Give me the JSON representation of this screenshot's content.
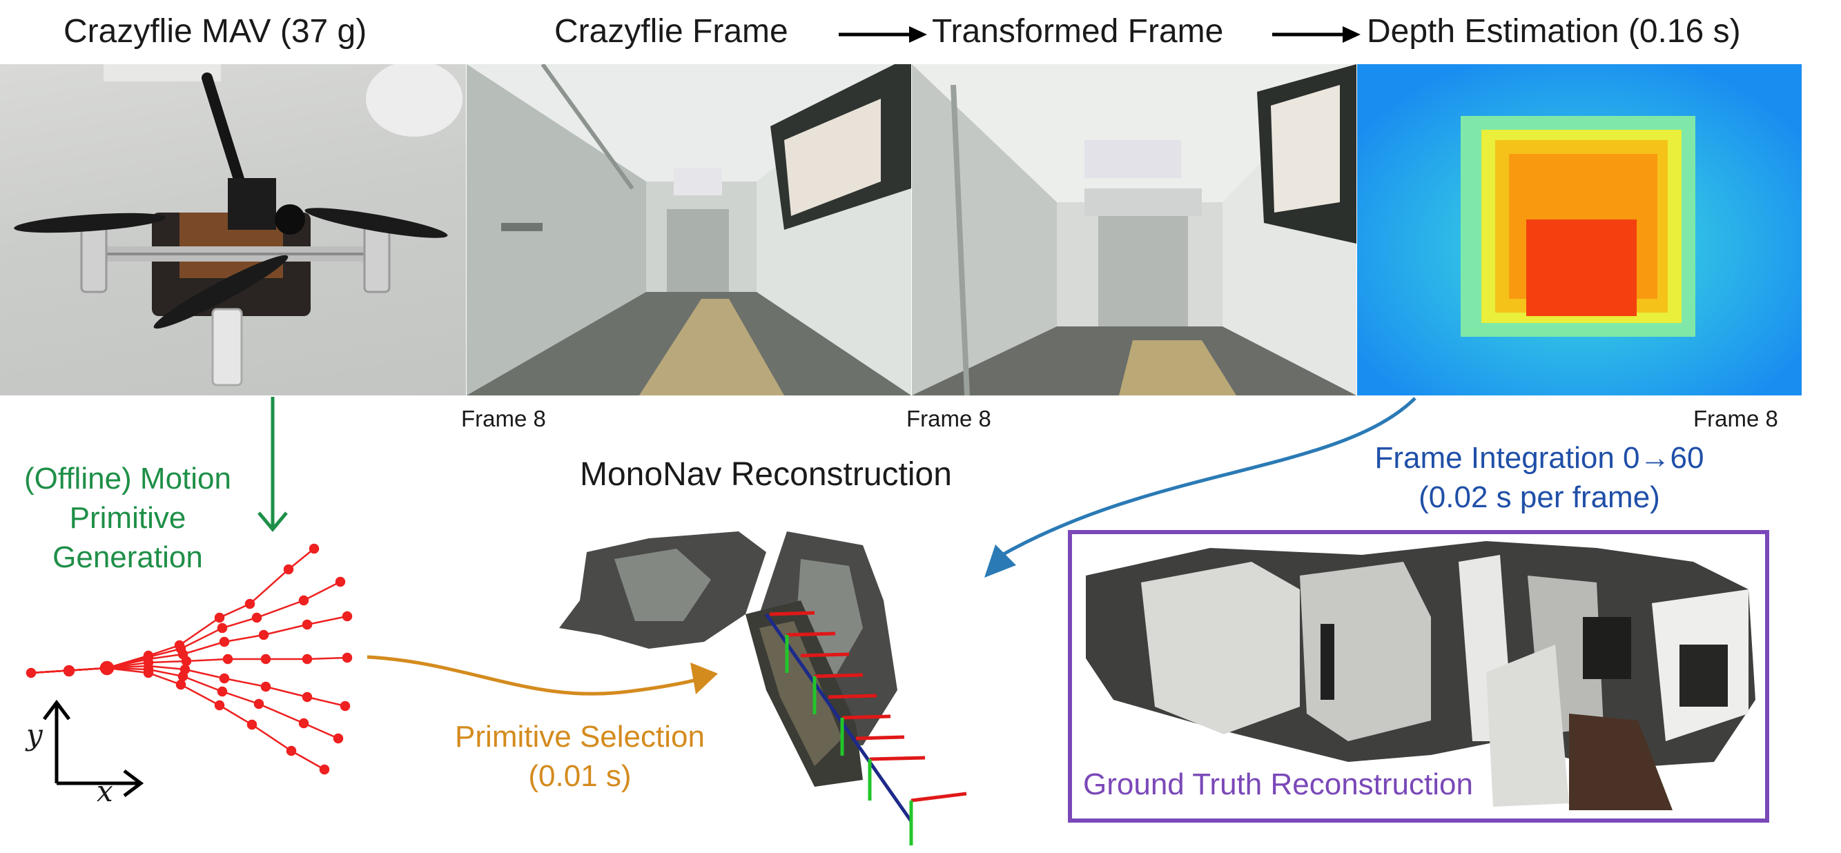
{
  "headings": {
    "mav": "Crazyflie MAV (37 g)",
    "cf_frame": "Crazyflie Frame",
    "transformed": "Transformed Frame",
    "depth": "Depth Estimation (0.16 s)",
    "mononav": "MonoNav Reconstruction"
  },
  "frame_labels": [
    "Frame 8",
    "Frame 8",
    "Frame 8"
  ],
  "motion_primitive": {
    "line1": "(Offline) Motion",
    "line2": "Primitive",
    "line3": "Generation"
  },
  "frame_integration": {
    "line1": "Frame Integration 0→60",
    "line2": "(0.02 s per frame)"
  },
  "primitive_selection": {
    "line1": "Primitive Selection",
    "line2": "(0.01 s)"
  },
  "ground_truth": {
    "label": "Ground Truth Reconstruction"
  },
  "axes": {
    "x": "x",
    "y": "y"
  },
  "colors": {
    "green": "#1e8f47",
    "blue": "#1f4fa8",
    "orange": "#d48b1e",
    "purple": "#7a48b8",
    "primitive_red": "#ee2020"
  }
}
